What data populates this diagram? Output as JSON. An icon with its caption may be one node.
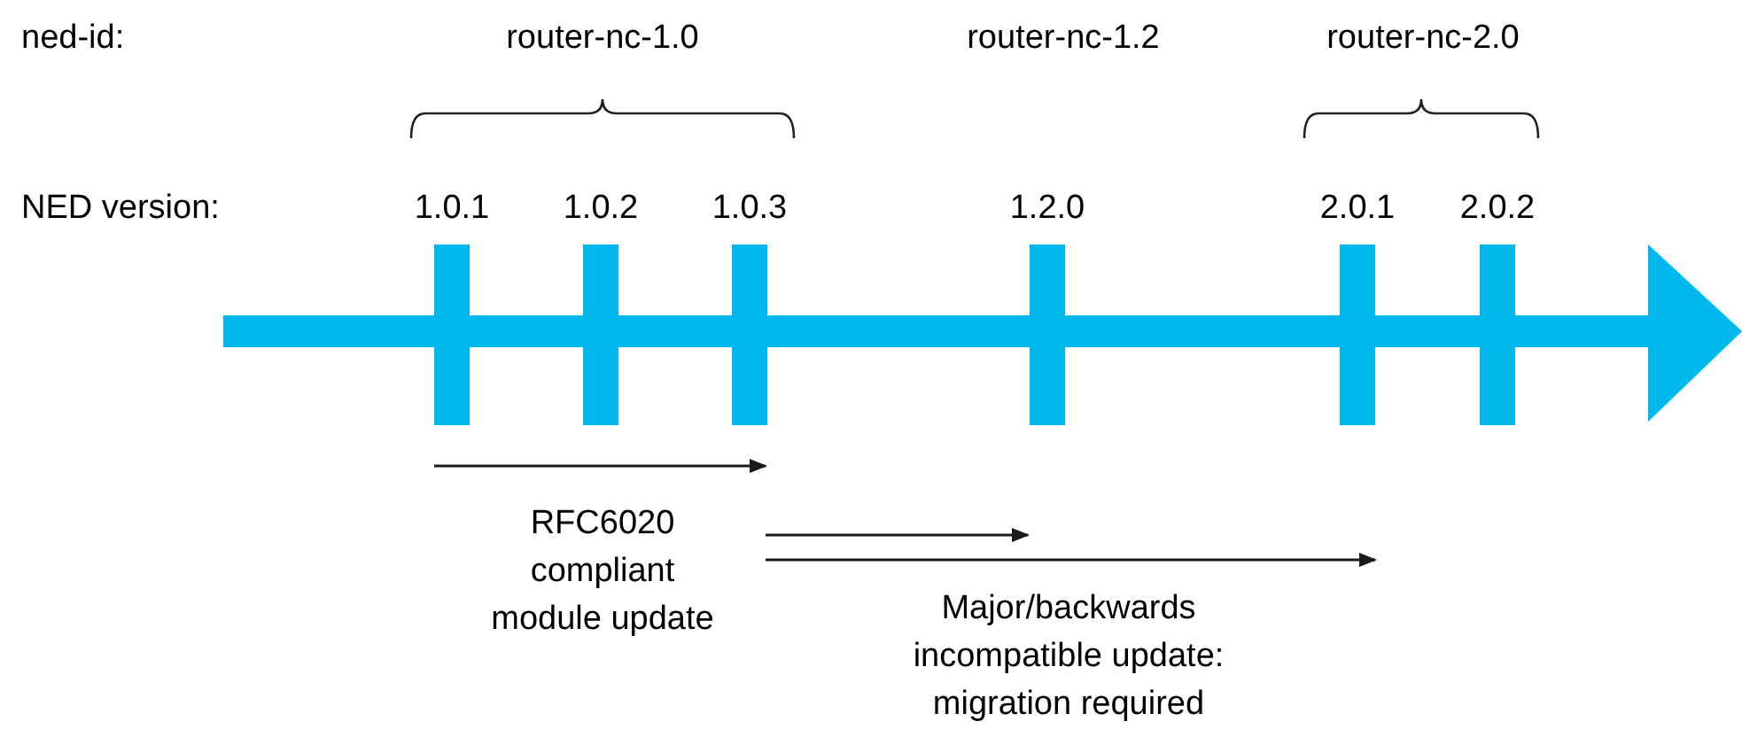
{
  "diagram": {
    "nodes": [
      {
        "text": [],
        "shape": "bar",
        "beside": [
          "1.0.1"
        ]
      },
      {
        "text": [],
        "shape": "bar",
        "beside": [
          "1.0.2"
        ]
      },
      {
        "text": [],
        "shape": "bar",
        "beside": [
          "1.0.3"
        ]
      },
      {
        "text": [],
        "shape": "bar",
        "beside": [
          "1.2.0"
        ]
      },
      {
        "text": [],
        "shape": "bar",
        "beside": [
          "2.0.1"
        ]
      },
      {
        "text": [],
        "shape": "bar",
        "beside": [
          "2.0.2"
        ]
      }
    ],
    "labels": [
      "ned-id:",
      "router-nc-1.0",
      "router-nc-1.2",
      "router-nc-2.0",
      "NED version:",
      "RFC6020 compliant module update",
      "Major/backwards incompatible update: migration required"
    ]
  }
}
